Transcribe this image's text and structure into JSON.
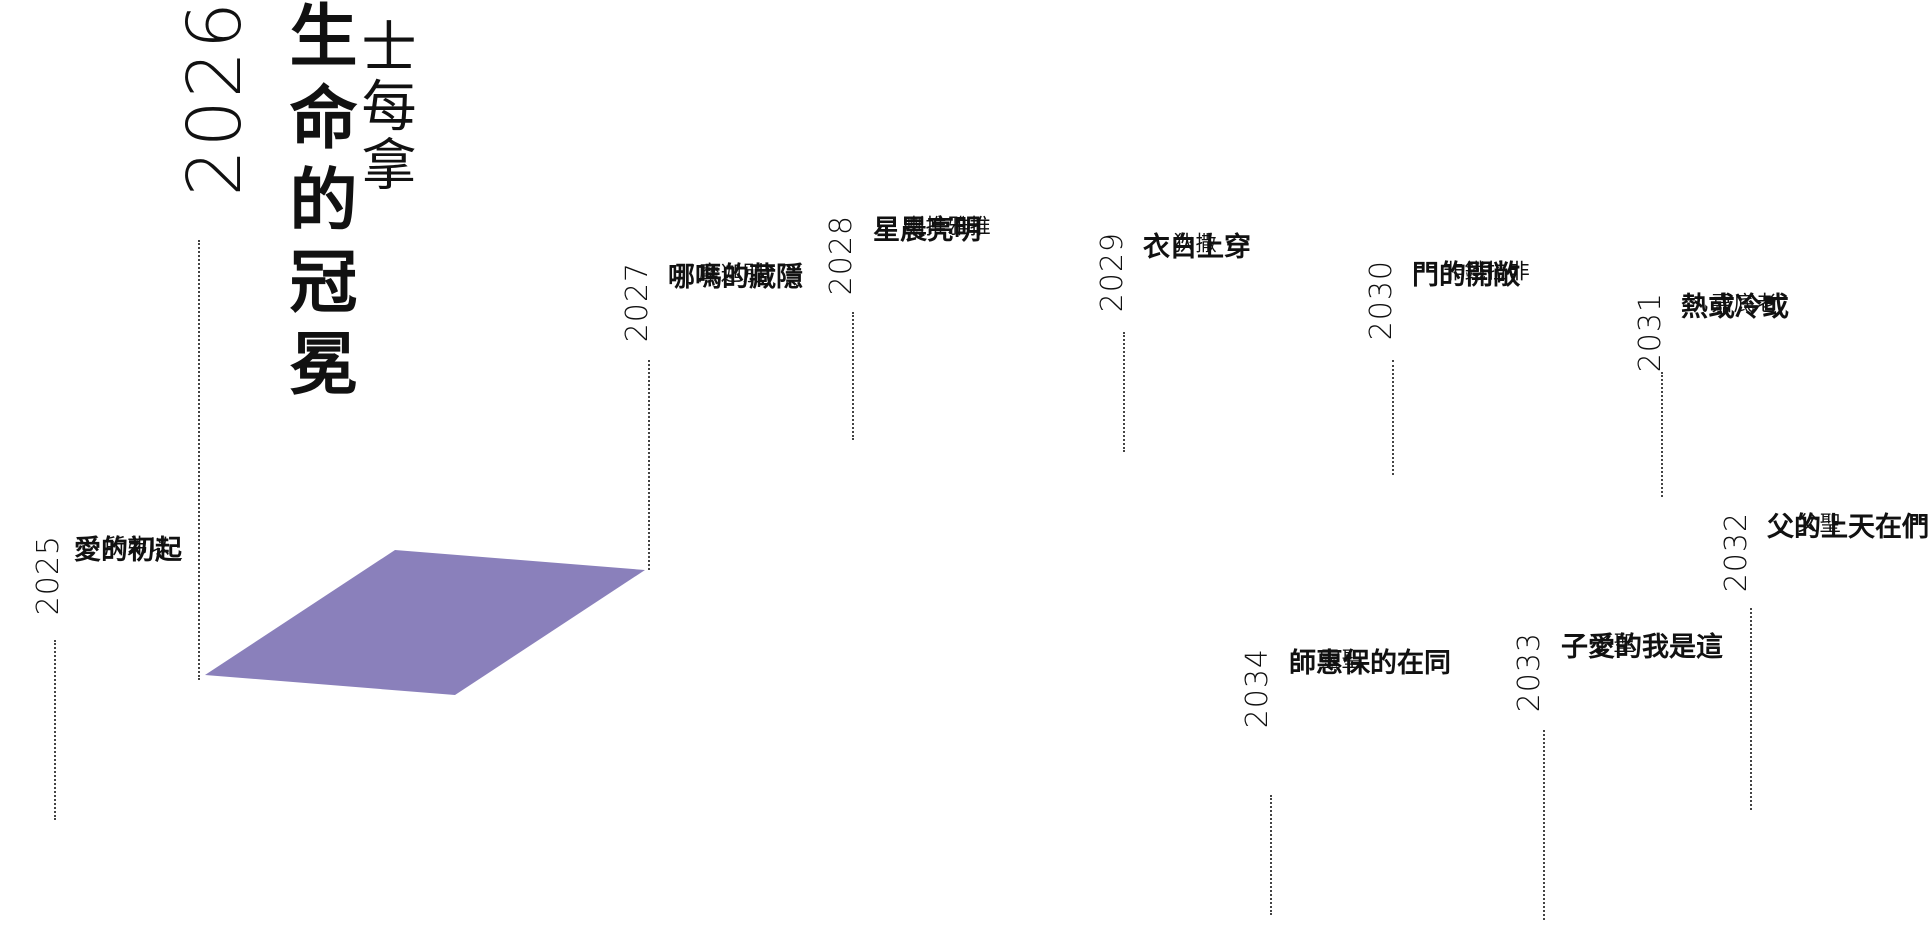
{
  "colors": {
    "accent": "#8a80bb",
    "text": "#111111",
    "dots": "#444444"
  },
  "main": {
    "year": "2026",
    "title": "生命的冠冕",
    "subtitle": "士每拿"
  },
  "entries": [
    {
      "year": "2025",
      "title": "起初的愛",
      "subtitle": "以弗所"
    },
    {
      "year": "2027",
      "title": "隱藏的嗎哪",
      "subtitle": "別迦摩"
    },
    {
      "year": "2028",
      "title": "明亮晨星",
      "subtitle": "推雅推喇"
    },
    {
      "year": "2029",
      "title": "穿上白衣",
      "subtitle": "撒狄"
    },
    {
      "year": "2030",
      "title": "敞開的門",
      "subtitle": "非拉鐵非"
    },
    {
      "year": "2031",
      "title": "或冷或熱",
      "subtitle": "老底嘉"
    },
    {
      "year": "2032",
      "title": "我們在天上的父",
      "subtitle": "聖父"
    },
    {
      "year": "2033",
      "title": "這是我的愛子",
      "subtitle": "聖子"
    },
    {
      "year": "2034",
      "title": "同在的保惠師",
      "subtitle": "聖靈"
    }
  ]
}
